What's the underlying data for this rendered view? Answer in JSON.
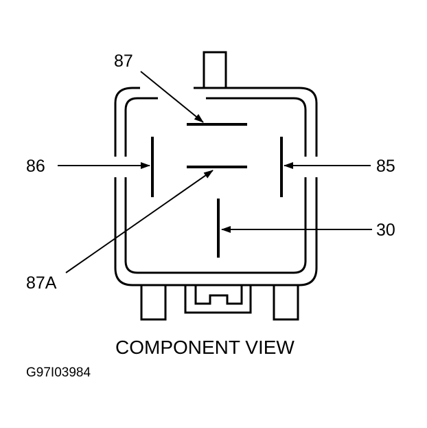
{
  "diagram": {
    "terminals": {
      "t87": "87",
      "t86": "86",
      "t85": "85",
      "t30": "30",
      "t87a": "87A"
    },
    "caption": "COMPONENT VIEW",
    "figure_id": "G97I03984"
  },
  "colors": {
    "line": "#000000",
    "background": "#ffffff"
  }
}
